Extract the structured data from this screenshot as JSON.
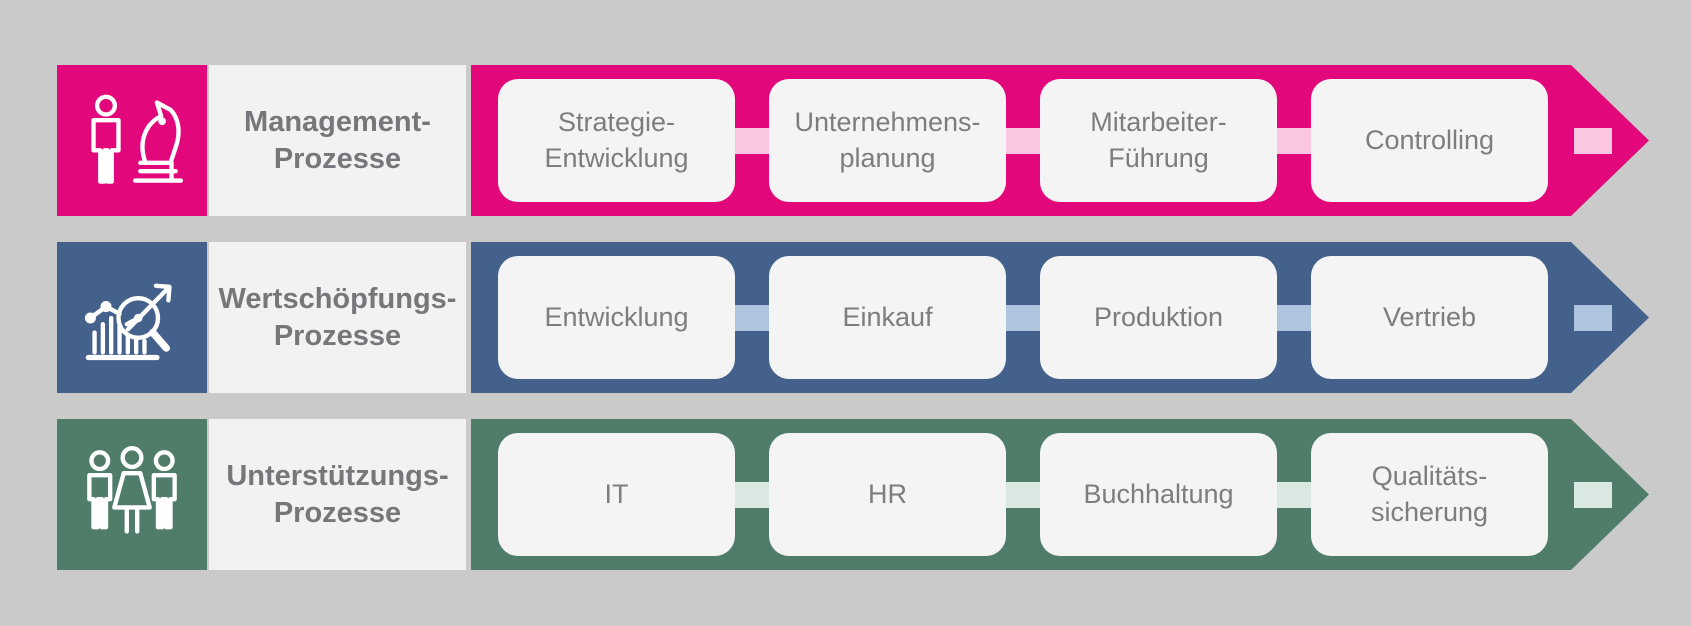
{
  "canvas": {
    "background": "#CACACA",
    "box_fill": "#F4F4F4",
    "label_fill": "#F2F2F2",
    "text_color": "#7C7D80"
  },
  "rows": [
    {
      "name": "management-prozesse",
      "label": "Management-\nProzesse",
      "icon": "person-chess-knight-icon",
      "color": "#E2077B",
      "connector_color": "#FBC6E2",
      "boxes": [
        "Strategie-\nEntwicklung",
        "Unternehmens-\nplanung",
        "Mitarbeiter-\nFührung",
        "Controlling"
      ]
    },
    {
      "name": "wertschoepfungs-prozesse",
      "label": "Wertschöpfungs-\nProzesse",
      "icon": "analytics-magnifier-icon",
      "color": "#44618B",
      "connector_color": "#AFC4DF",
      "boxes": [
        "Entwicklung",
        "Einkauf",
        "Produktion",
        "Vertrieb"
      ]
    },
    {
      "name": "unterstuetzungs-prozesse",
      "label": "Unterstützungs-\nProzesse",
      "icon": "team-icon",
      "color": "#4F7D69",
      "connector_color": "#D9E8E0",
      "boxes": [
        "IT",
        "HR",
        "Buchhaltung",
        "Qualitäts-\nsicherung"
      ]
    }
  ]
}
